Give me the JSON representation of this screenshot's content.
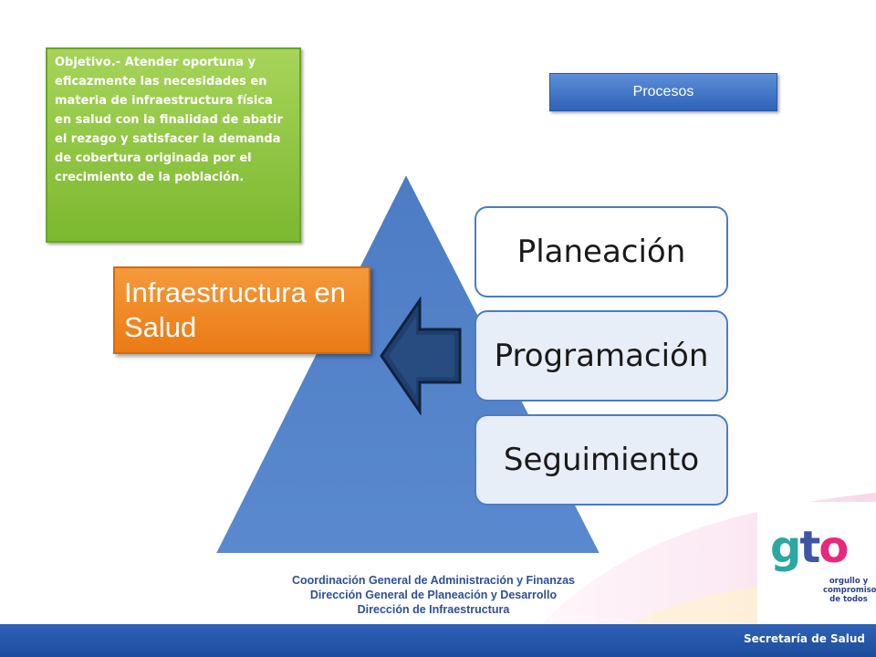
{
  "objective": {
    "text": "Objetivo.- Atender oportuna y eficazmente las necesidades en materia de infraestructura física en salud con la finalidad de abatir el rezago y satisfacer la demanda de cobertura originada por el crecimiento de la población."
  },
  "procesos": {
    "label": "Procesos"
  },
  "infra": {
    "label": "Infraestructura en Salud"
  },
  "steps": [
    {
      "label": "Planeación"
    },
    {
      "label": "Programación"
    },
    {
      "label": "Seguimiento"
    }
  ],
  "footer": {
    "line1": "Coordinación General de Administración y Finanzas",
    "line2": "Dirección General de Planeación y Desarrollo",
    "line3": "Dirección de Infraestructura",
    "secretaria": "Secretaría de Salud"
  },
  "logo": {
    "g": "g",
    "t": "t",
    "o": "o",
    "tagline": "orgullo y compromiso de todos"
  },
  "colors": {
    "triangle": "#4f7fc6",
    "objective_box": "#8cc43e",
    "procesos_box": "#3b73c8",
    "infra_box": "#f08a24",
    "footer_bar": "#2458aa"
  }
}
